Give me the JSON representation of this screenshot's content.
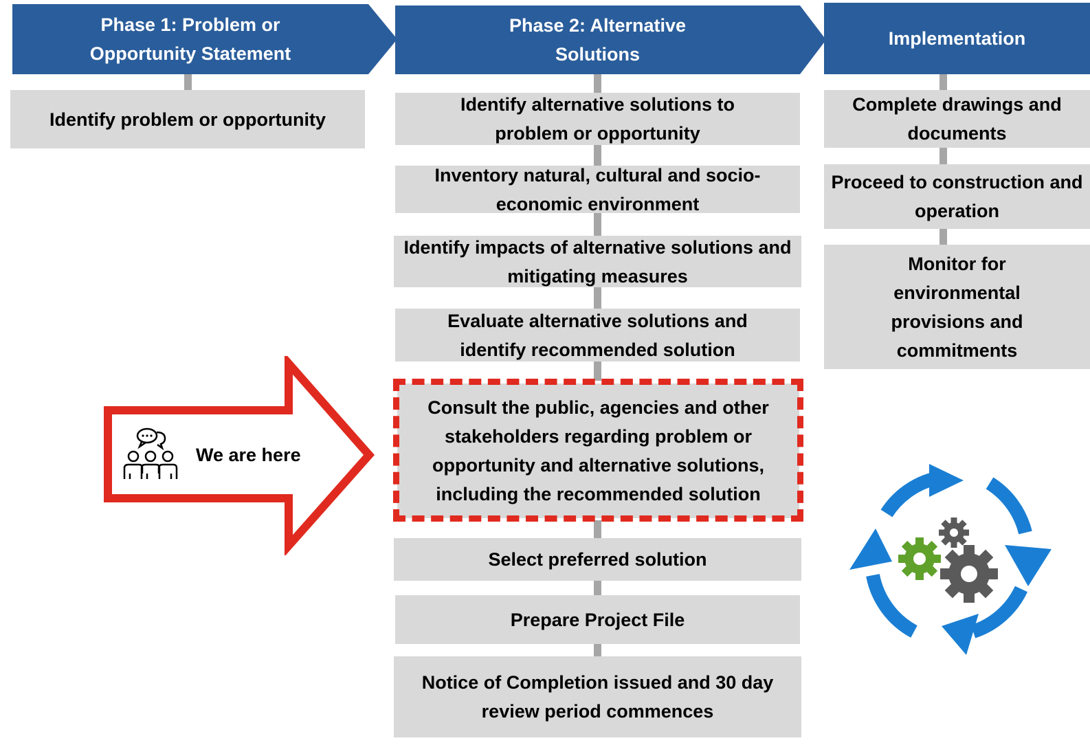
{
  "phases": {
    "phase1_title": "Phase 1: Problem or Opportunity Statement",
    "phase2_title": "Phase 2: Alternative Solutions",
    "implementation_title": "Implementation"
  },
  "phase1_steps": [
    "Identify problem or opportunity"
  ],
  "phase2_steps": [
    "Identify alternative solutions to problem or opportunity",
    "Inventory natural, cultural and socio-economic environment",
    "Identify impacts of alternative solutions and mitigating measures",
    "Evaluate alternative solutions and identify recommended solution",
    "Consult the public, agencies and other stakeholders regarding problem or opportunity and alternative solutions, including the recommended solution",
    "Select preferred solution",
    "Prepare Project File",
    "Notice of Completion issued and 30 day review period commences"
  ],
  "implementation_steps": [
    "Complete drawings and documents",
    "Proceed to construction and operation",
    "Monitor for environmental provisions and commitments"
  ],
  "marker": {
    "label": "We are here",
    "highlighted_step_index": 4
  },
  "icons": {
    "marker_icon": "group-discussion-icon",
    "cycle_icon": "process-cycle-gears-icon"
  },
  "colors": {
    "header_blue": "#2a5d9b",
    "box_gray": "#d9d9d9",
    "connector_gray": "#a6a6a6",
    "highlight_red": "#e02a1f",
    "cycle_blue": "#1a7fd4",
    "gear_green": "#5fa12a",
    "gear_gray": "#5a5a5a"
  }
}
